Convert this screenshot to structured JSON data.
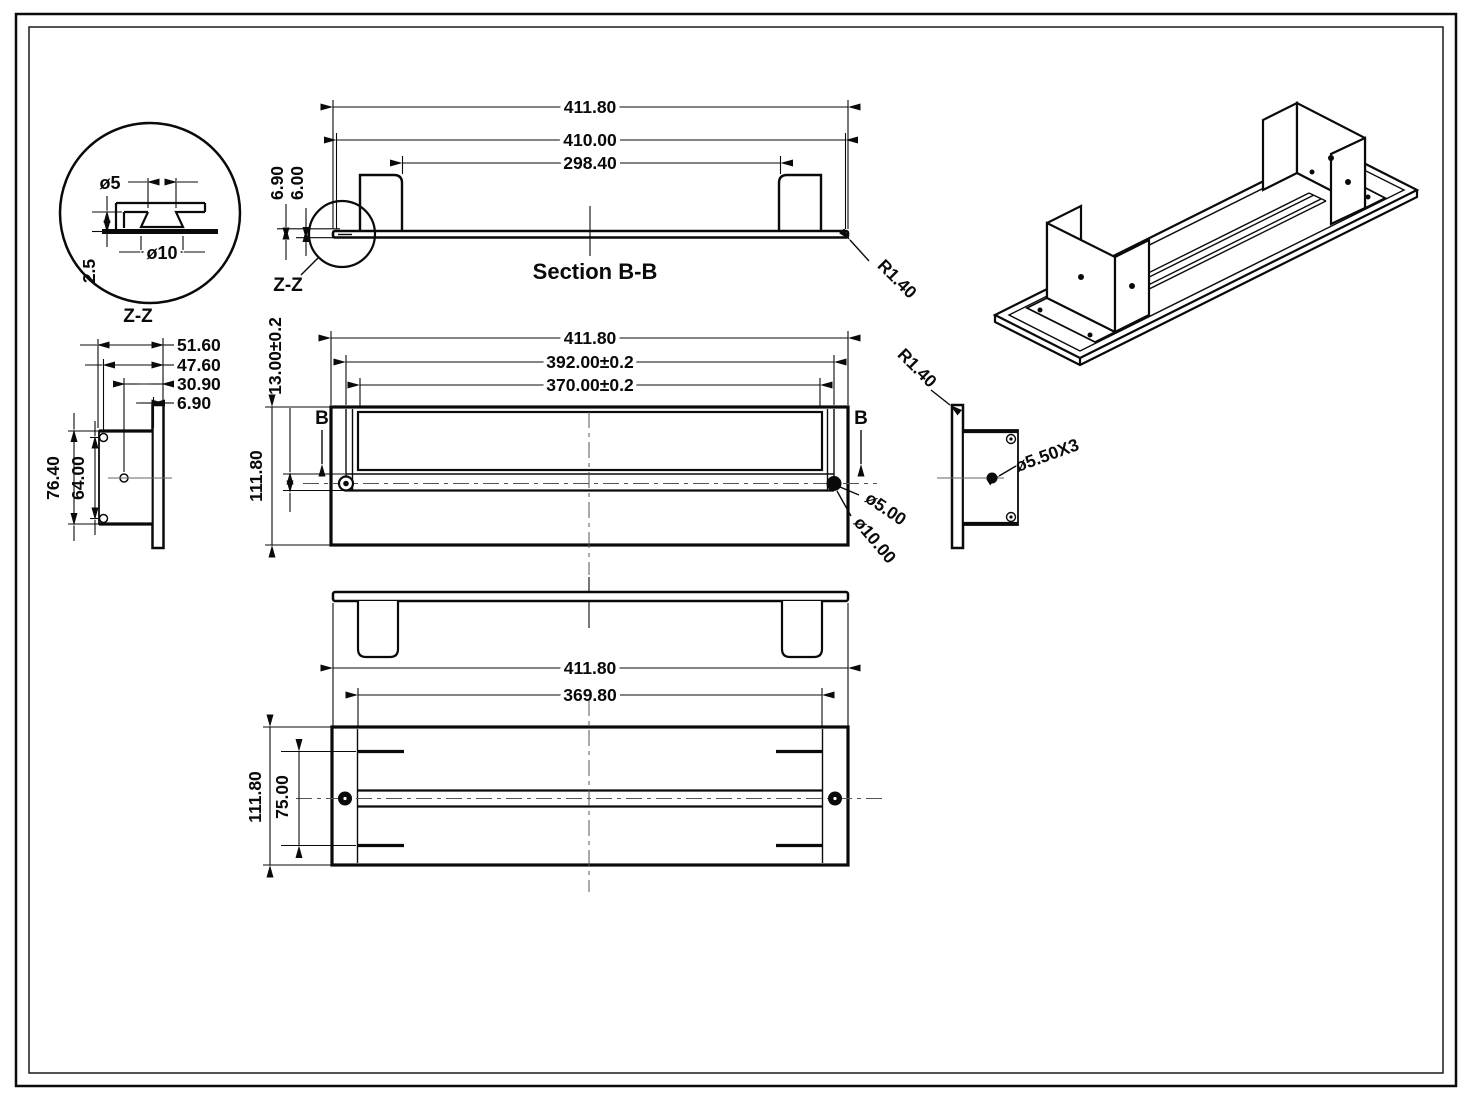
{
  "drawing": {
    "detail_zz": {
      "dia_top": "ø5",
      "dia_bottom": "ø10",
      "depth": "2.5",
      "label": "Z-Z"
    },
    "side_view": {
      "dim_51_60": "51.60",
      "dim_47_60": "47.60",
      "dim_30_90": "30.90",
      "dim_6_90": "6.90",
      "dim_76_40": "76.40",
      "dim_64_00": "64.00"
    },
    "section_bb": {
      "label": "Section B-B",
      "width_overall": "411.80",
      "width_inner": "410.00",
      "tab_spacing": "298.40",
      "height_total": "6.90",
      "height_plate": "6.00",
      "radius": "R1.40",
      "detail_ref": "Z-Z"
    },
    "plan_view": {
      "width_overall": "411.80",
      "width_392": "392.00±0.2",
      "width_370": "370.00±0.2",
      "offset_13": "13.00±0.2",
      "height": "111.80",
      "section_b_left": "B",
      "section_b_right": "B",
      "hole_small": "ø5.00",
      "hole_large": "ø10.00"
    },
    "end_view": {
      "radius": "R1.40",
      "holes": "ø5.50X3"
    },
    "bottom_view": {
      "width_overall": "411.80",
      "width_inner": "369.80",
      "height": "111.80",
      "height_inner": "75.00"
    }
  }
}
